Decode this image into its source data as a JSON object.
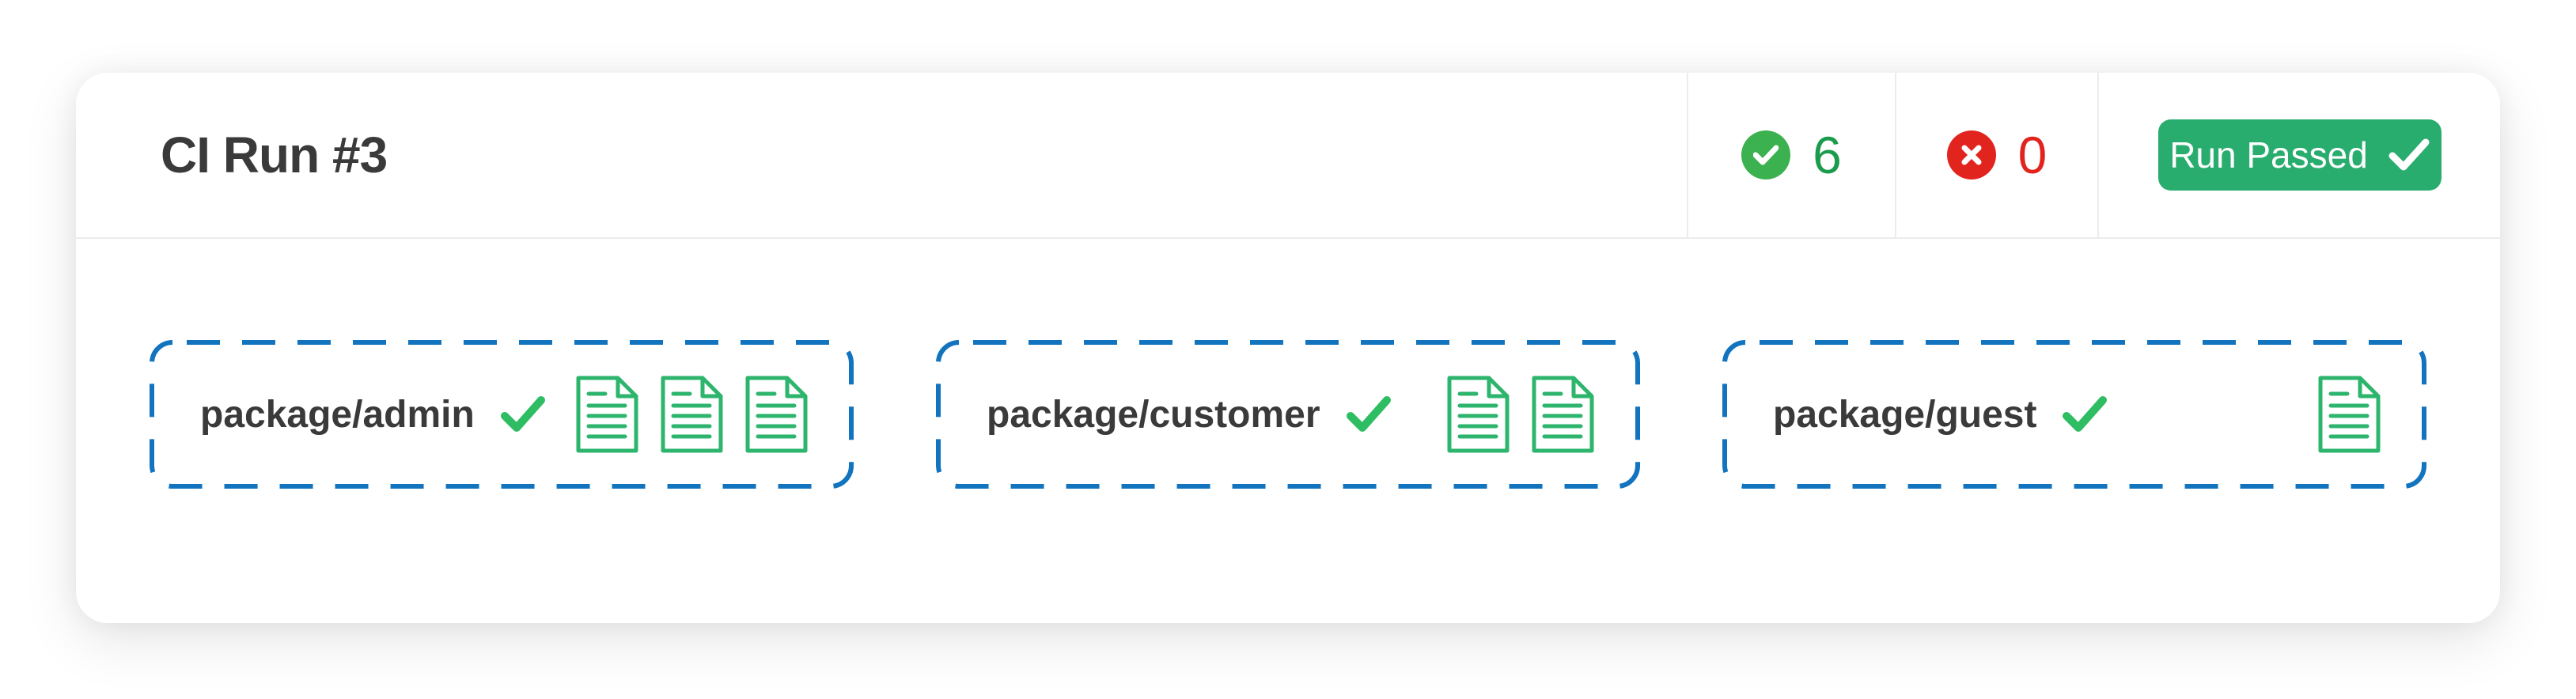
{
  "header": {
    "title": "CI Run #3",
    "stats": {
      "passed": {
        "count": "6",
        "icon": "check-circle"
      },
      "failed": {
        "count": "0",
        "icon": "x-circle"
      }
    },
    "status_button": {
      "label": "Run Passed",
      "icon": "check"
    }
  },
  "packages": [
    {
      "name": "package/admin",
      "status": "passed",
      "status_icon": "check",
      "report_count": 3
    },
    {
      "name": "package/customer",
      "status": "passed",
      "status_icon": "check",
      "report_count": 2
    },
    {
      "name": "package/guest",
      "status": "passed",
      "status_icon": "check",
      "report_count": 1
    }
  ],
  "colors": {
    "passed-circle": "#3CB14F",
    "passed-count": "#1B9C4D",
    "failed-red": "#E2241F",
    "button-green": "#29AD6E",
    "doc-green": "#2EB56D",
    "check-green": "#2EBD62",
    "dash-blue": "#1273BE",
    "text-dark": "#3A3A3A",
    "divider": "#ECECEC"
  }
}
